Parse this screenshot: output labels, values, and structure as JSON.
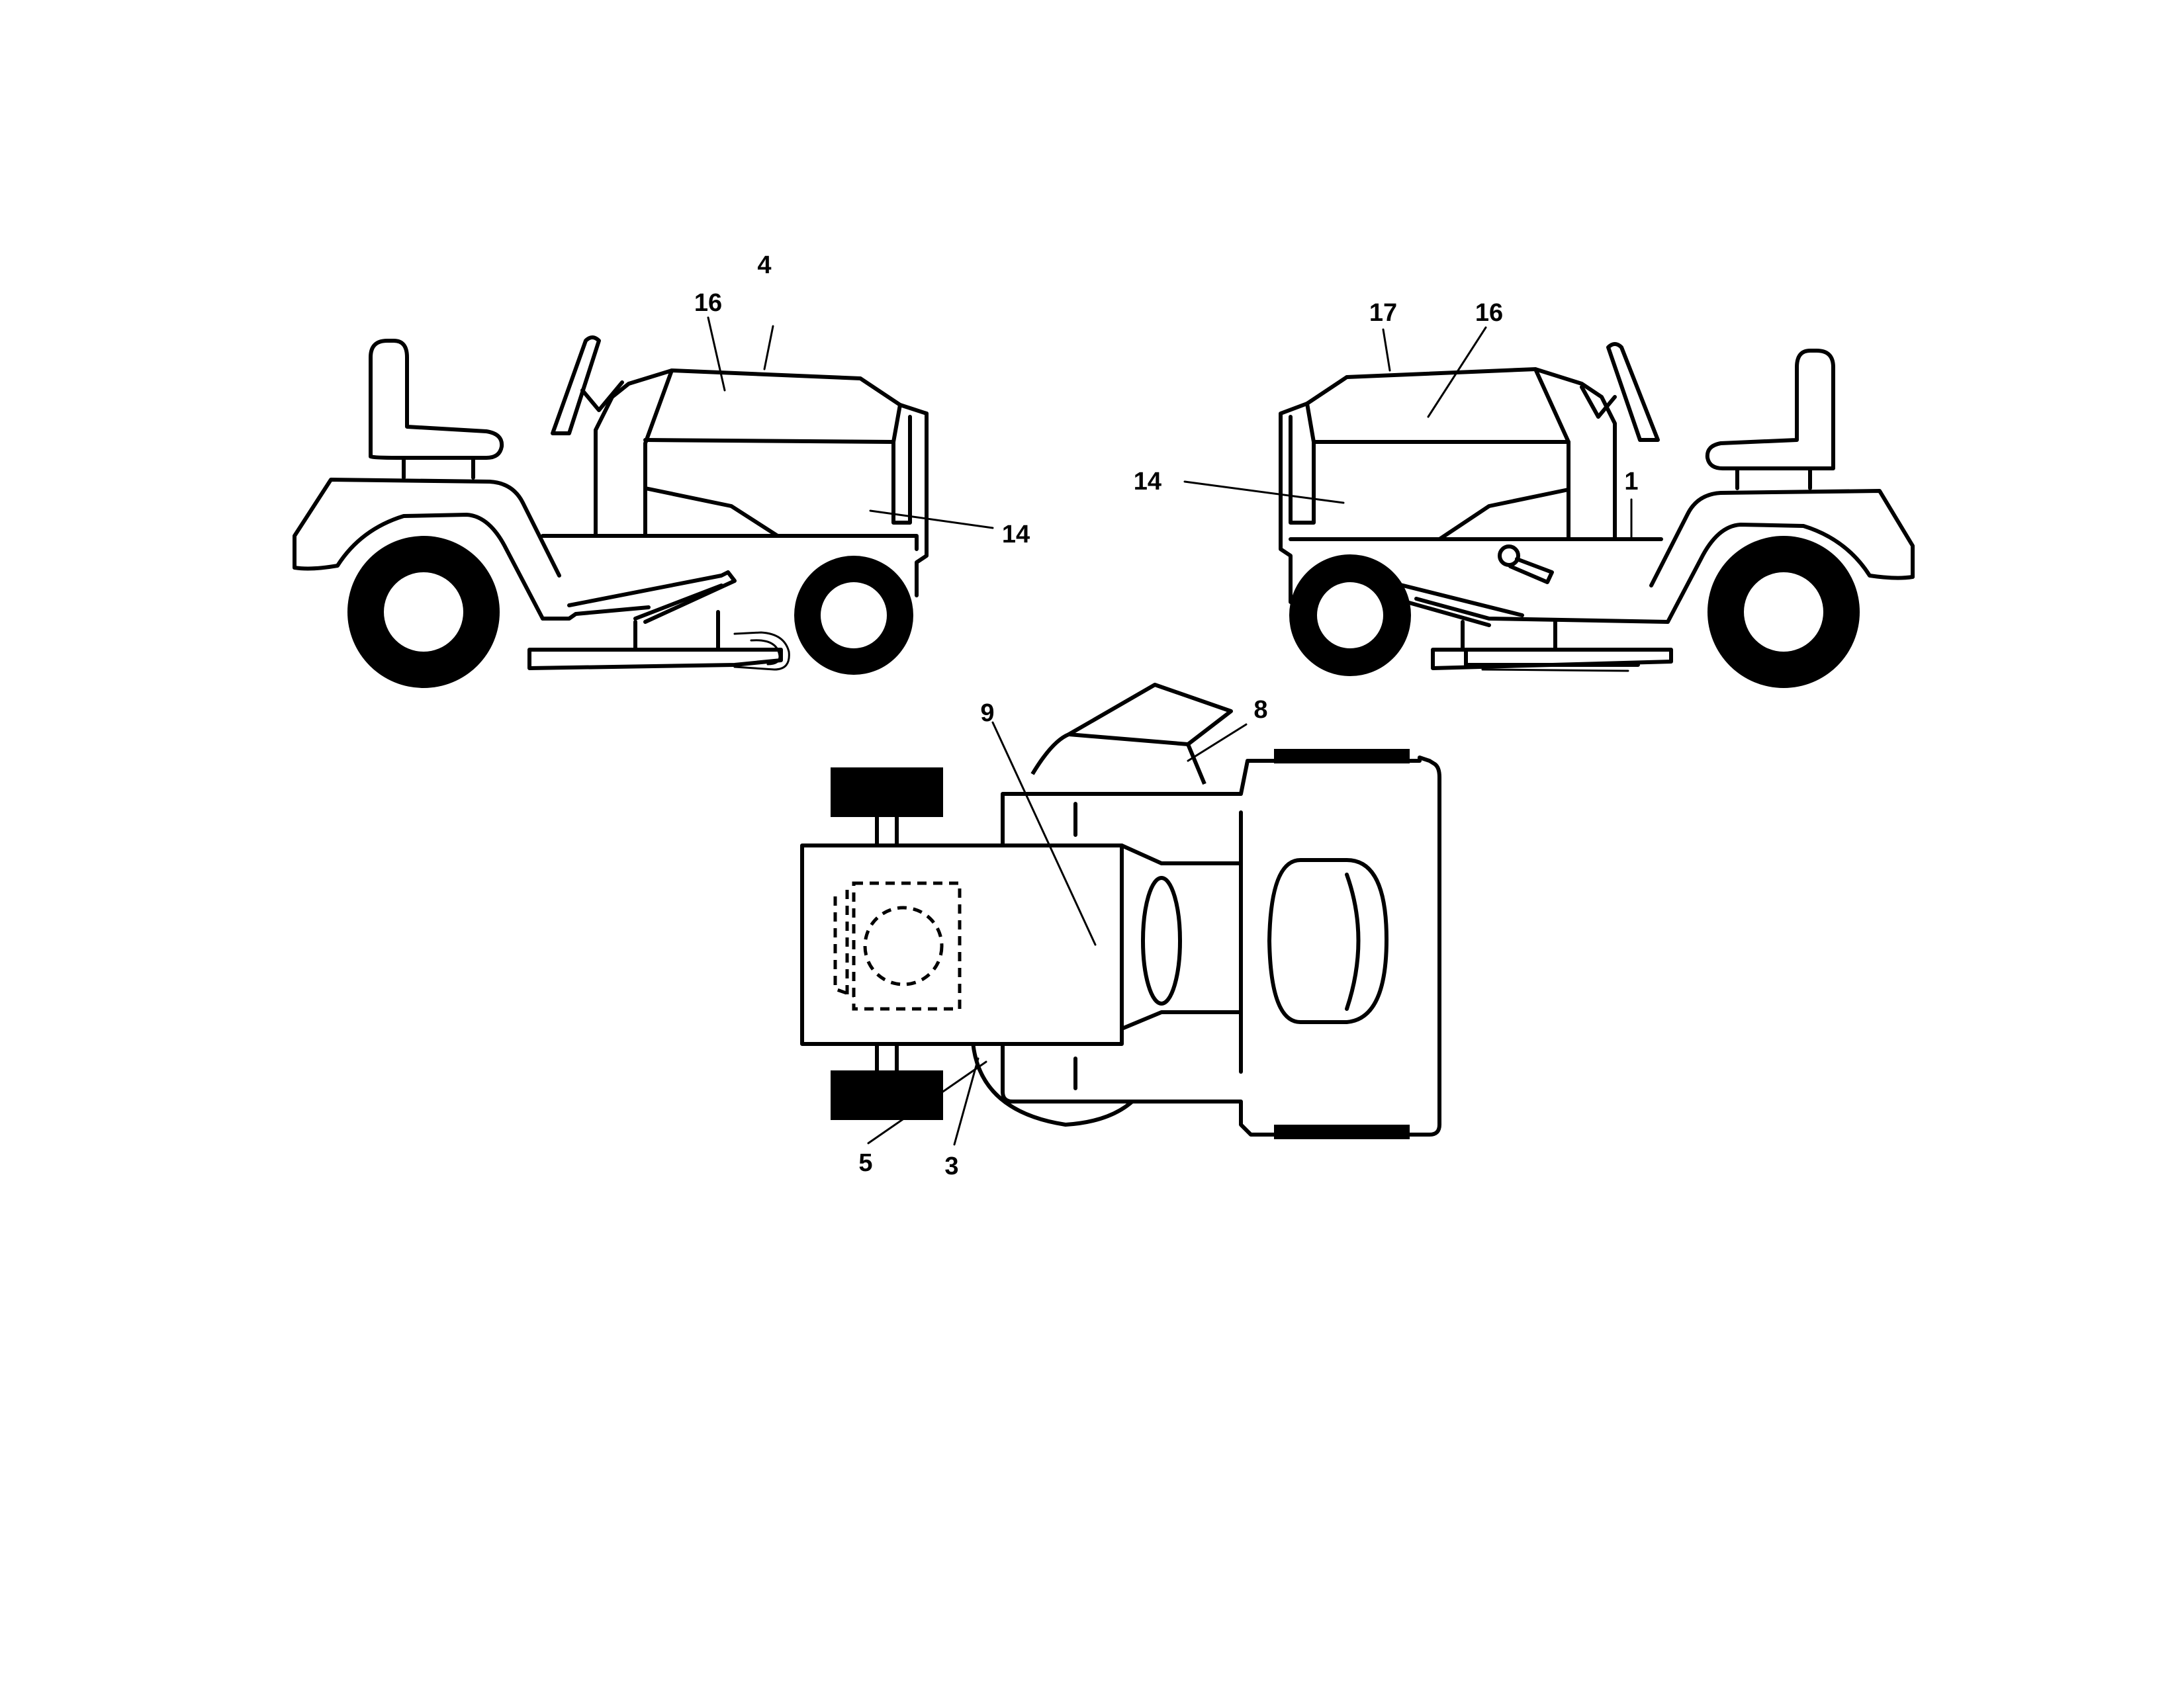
{
  "diagram": {
    "left_view_labels": {
      "top": "4",
      "hood": "16",
      "side": "14"
    },
    "right_view_labels": {
      "top": "17",
      "hood": "16",
      "side": "14",
      "frame": "1"
    },
    "top_view_labels": {
      "hood": "9",
      "chute": "8",
      "deck_left": "5",
      "deck_right": "3"
    }
  }
}
